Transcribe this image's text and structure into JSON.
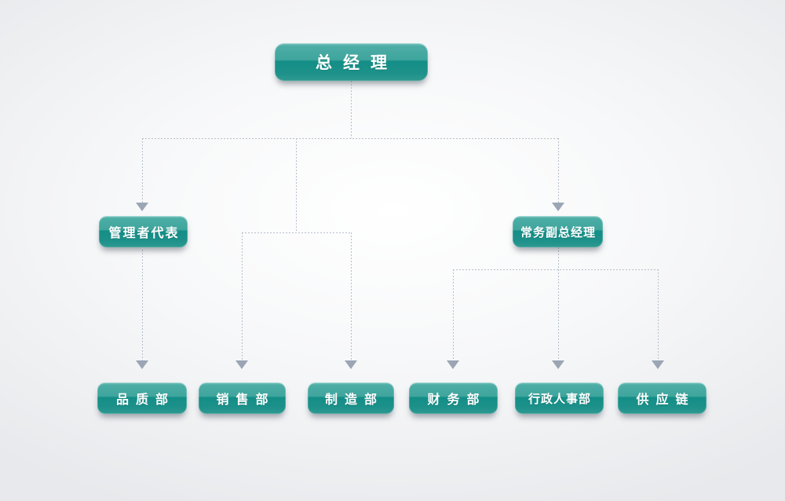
{
  "org_chart": {
    "nodes": {
      "ceo": {
        "label": "总经理"
      },
      "mgmt_rep": {
        "label": "管理者代表"
      },
      "deputy_gm": {
        "label": "常务副总经理"
      },
      "quality": {
        "label": "品质部"
      },
      "sales": {
        "label": "销售部"
      },
      "manufacturing": {
        "label": "制造部"
      },
      "finance": {
        "label": "财务部"
      },
      "hr_admin": {
        "label": "行政人事部"
      },
      "supply_chain": {
        "label": "供应链"
      }
    },
    "edges": [
      {
        "from": "ceo",
        "to": "mgmt_rep"
      },
      {
        "from": "ceo",
        "to": "deputy_gm"
      },
      {
        "from": "ceo",
        "to": "sales"
      },
      {
        "from": "ceo",
        "to": "manufacturing"
      },
      {
        "from": "mgmt_rep",
        "to": "quality"
      },
      {
        "from": "deputy_gm",
        "to": "finance"
      },
      {
        "from": "deputy_gm",
        "to": "hr_admin"
      },
      {
        "from": "deputy_gm",
        "to": "supply_chain"
      }
    ]
  },
  "colors": {
    "box_teal_light": "#3fa59d",
    "box_teal_dark": "#138e87",
    "box_text": "#ffffff",
    "connector_line": "#b7bfca",
    "connector_arrow": "#9ba5b4"
  }
}
